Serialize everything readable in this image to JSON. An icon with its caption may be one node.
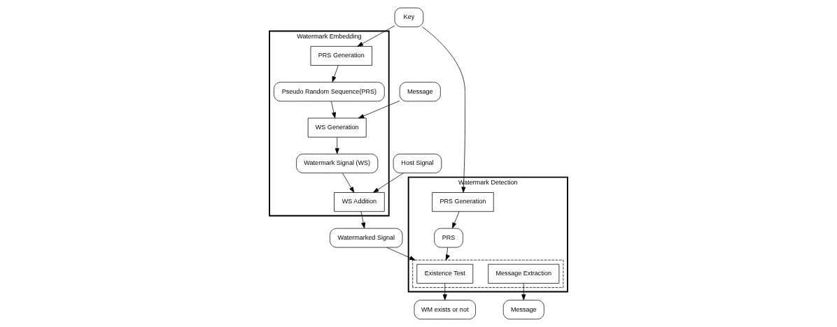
{
  "diagram": {
    "nodes": [
      {
        "text": [
          "Watermark Embedding"
        ]
      },
      {
        "text": [
          "PRS Generation"
        ],
        "in": 0
      },
      {
        "text": [
          "Pseudo Random Sequence(PRS)"
        ],
        "in": 0
      },
      {
        "text": [
          "WS Generation"
        ],
        "in": 0
      },
      {
        "text": [
          "Watermark Signal (WS)"
        ],
        "in": 0
      },
      {
        "text": [
          "WS Addition"
        ],
        "in": 0
      },
      {
        "text": [
          "Watermark Detection"
        ]
      },
      {
        "text": [
          "PRS Generation"
        ],
        "in": 6
      },
      {
        "text": [
          "PRS"
        ],
        "in": 6
      },
      {
        "text": [],
        "shape": "box",
        "in": 6
      },
      {
        "text": [
          "Existence Test"
        ],
        "in": 9
      },
      {
        "text": [
          "Message Extraction"
        ],
        "in": 9
      },
      {
        "text": [
          "Key"
        ]
      },
      {
        "text": [
          "Message"
        ]
      },
      {
        "text": [
          "Host Signal"
        ]
      },
      {
        "text": [
          "Watermarked Signal"
        ]
      },
      {
        "text": [
          "WM exists or not"
        ]
      },
      {
        "text": [
          "Message"
        ]
      }
    ],
    "edges": [
      {
        "from": 12,
        "to": 1,
        "arrow": "to"
      },
      {
        "from": 12,
        "to": 7,
        "arrow": "to"
      },
      {
        "from": 1,
        "to": 2,
        "arrow": "to"
      },
      {
        "from": 2,
        "to": 3,
        "arrow": "to"
      },
      {
        "from": 13,
        "to": 3,
        "arrow": "to"
      },
      {
        "from": 3,
        "to": 4,
        "arrow": "to"
      },
      {
        "from": 4,
        "to": 5,
        "arrow": "to"
      },
      {
        "from": 14,
        "to": 5,
        "arrow": "to"
      },
      {
        "from": 5,
        "to": 15,
        "arrow": "to"
      },
      {
        "from": 15,
        "to": 9,
        "arrow": "to"
      },
      {
        "from": 7,
        "to": 8,
        "arrow": "to"
      },
      {
        "from": 8,
        "to": 9,
        "arrow": "to"
      },
      {
        "from": 10,
        "to": 16,
        "arrow": "to"
      },
      {
        "from": 11,
        "to": 17,
        "arrow": "to"
      }
    ]
  }
}
